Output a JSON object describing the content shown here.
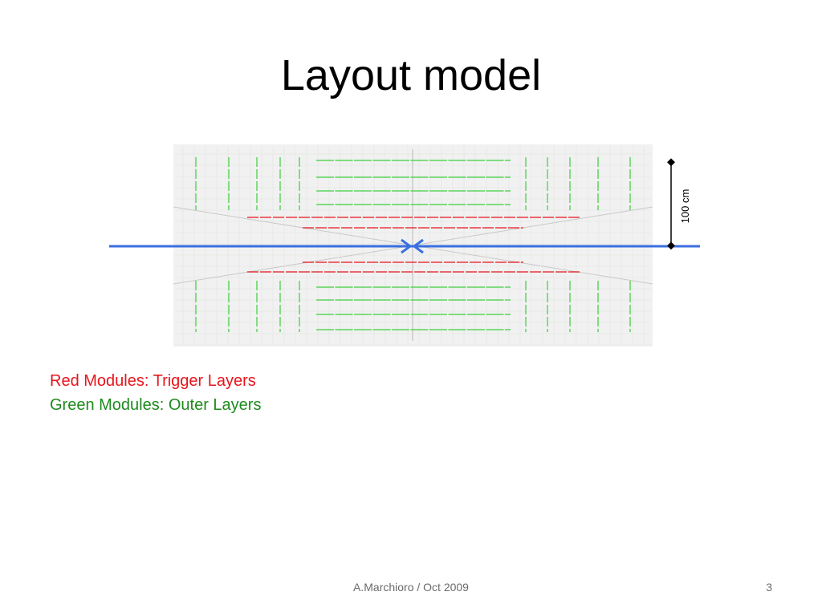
{
  "slide": {
    "title": "Layout model",
    "footer_text": "A.Marchioro / Oct 2009",
    "page_number": "3"
  },
  "legend": {
    "red_label": "Red Modules: Trigger Layers",
    "green_label": "Green Modules: Outer Layers"
  },
  "diagram": {
    "scale_label": "100 cm",
    "colors": {
      "background": "#f0f1f0",
      "grid": "#e2e4e2",
      "trigger_modules": "#e8141c",
      "outer_modules": "#3ccf3c",
      "beam": "#3b6fe0",
      "center_line": "#b8b8b8"
    }
  }
}
